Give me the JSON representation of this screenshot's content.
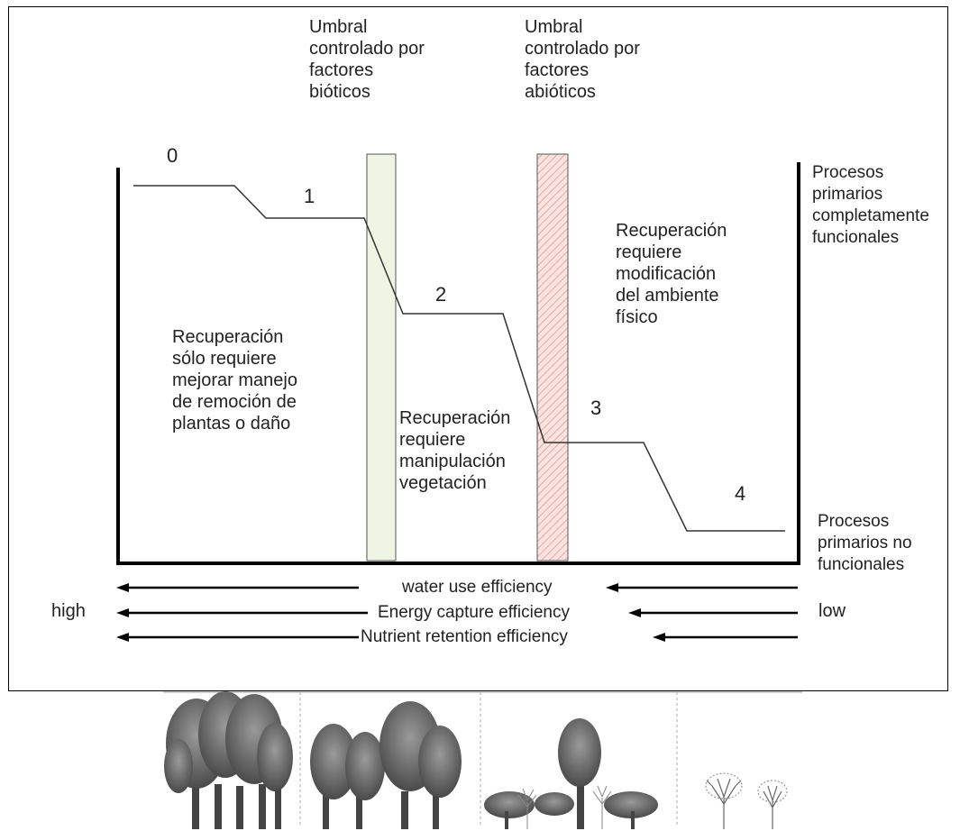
{
  "thresholds": {
    "biotic": {
      "lines": [
        "Umbral",
        "controlado por",
        "factores",
        "bióticos"
      ],
      "color": "#eef5e3"
    },
    "abiotic": {
      "lines": [
        "Umbral",
        "controlado por",
        "factores",
        "abióticos"
      ],
      "color": "#f7d6d3"
    }
  },
  "states": [
    "0",
    "1",
    "2",
    "3",
    "4"
  ],
  "regions": {
    "left": [
      "Recuperación",
      "sólo requiere",
      "mejorar manejo",
      "de remoción de",
      "plantas o daño"
    ],
    "middle": [
      "Recuperación",
      "requiere",
      "manipulación",
      "vegetación"
    ],
    "right": [
      "Recuperación",
      "requiere",
      "modificación",
      "del ambiente",
      "físico"
    ]
  },
  "axis_labels": {
    "top": [
      "Procesos",
      "primarios",
      "completamente",
      "funcionales"
    ],
    "bottom": [
      "Procesos",
      "primarios no",
      "funcionales"
    ]
  },
  "efficiency": {
    "rows": [
      "water use efficiency",
      "Energy capture efficiency",
      "Nutrient retention efficiency"
    ],
    "high": "high",
    "low": "low"
  }
}
